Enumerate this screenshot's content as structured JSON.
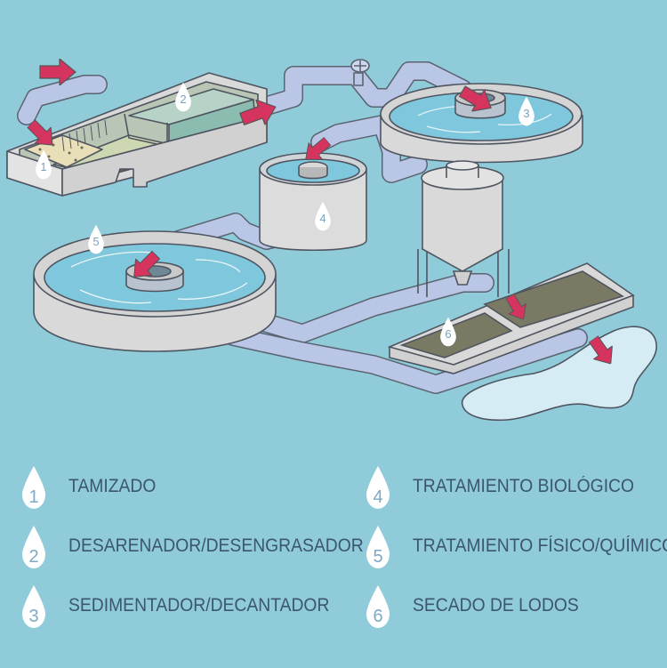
{
  "markers": [
    "1",
    "2",
    "3",
    "4",
    "5",
    "6"
  ],
  "legend": [
    {
      "number": "1",
      "label": "TAMIZADO"
    },
    {
      "number": "2",
      "label": "DESARENADOR/DESENGRASADOR"
    },
    {
      "number": "3",
      "label": "SEDIMENTADOR/DECANTADOR"
    },
    {
      "number": "4",
      "label": "TRATAMIENTO BIOLÓGICO"
    },
    {
      "number": "5",
      "label": "TRATAMIENTO FÍSICO/QUÍMICO"
    },
    {
      "number": "6",
      "label": "SECADO DE LODOS"
    }
  ],
  "colors": {
    "background": "#8fcbd9",
    "pipe": "#b9c6e6",
    "tank_wall": "#d8d8d8",
    "water": "#7fc7dc",
    "arrow": "#d5345f",
    "sludge": "#6b6a58",
    "text": "#3c5670"
  }
}
